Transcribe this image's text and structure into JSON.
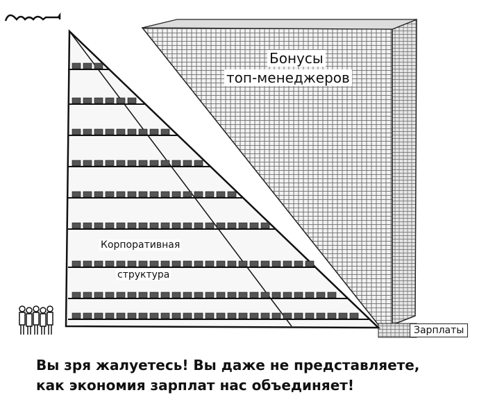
{
  "signature": "Greenberg",
  "labels": {
    "bonuses_line1": "Бонусы",
    "bonuses_line2": "топ-менеджеров",
    "corporate_line1": "Корпоративная",
    "corporate_line2": "структура",
    "salaries": "Зарплаты"
  },
  "caption": {
    "line1": "Вы зря жалуетесь! Вы даже не представляете,",
    "line2": "как экономия зарплат нас объединяет!"
  }
}
